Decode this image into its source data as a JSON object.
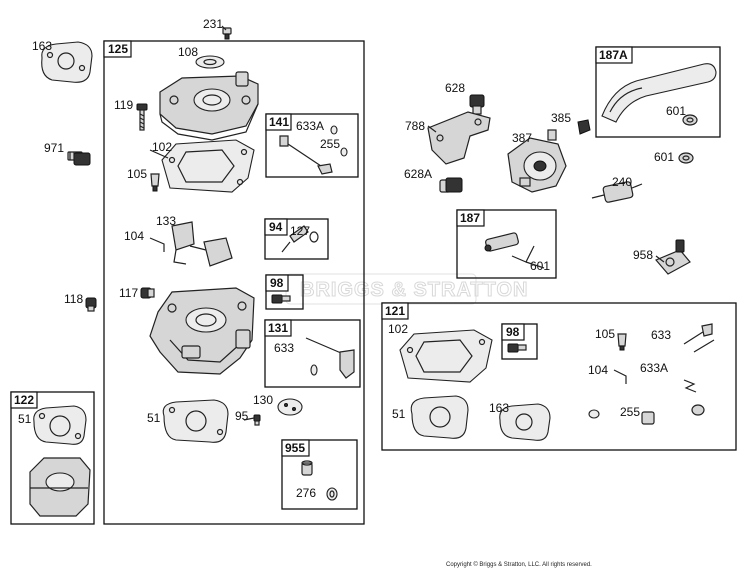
{
  "watermark": "BRIGGS & STRATTON",
  "copyright": "Copyright © Briggs & Stratton, LLC. All rights reserved.",
  "groups": {
    "g125": "125",
    "g141": "141",
    "g94": "94",
    "g98a": "98",
    "g131": "131",
    "g955": "955",
    "g122": "122",
    "g187A": "187A",
    "g187": "187",
    "g121": "121",
    "g98b": "98"
  },
  "parts": {
    "p231": "231",
    "p163a": "163",
    "p108": "108",
    "p119": "119",
    "p971": "971",
    "p102a": "102",
    "p633Aa": "633A",
    "p255a": "255",
    "p105a": "105",
    "p133": "133",
    "p104a": "104",
    "p127": "127",
    "p118": "118",
    "p117": "117",
    "p633a": "633",
    "p51a": "51",
    "p130": "130",
    "p95": "95",
    "p276": "276",
    "p51b": "51",
    "p628": "628",
    "p788": "788",
    "p385": "385",
    "p387": "387",
    "p628A": "628A",
    "p601a": "601",
    "p601b": "601",
    "p240": "240",
    "p601c": "601",
    "p958": "958",
    "p102b": "102",
    "p105b": "105",
    "p633b": "633",
    "p104b": "104",
    "p633Ab": "633A",
    "p51c": "51",
    "p163b": "163",
    "p255b": "255"
  }
}
